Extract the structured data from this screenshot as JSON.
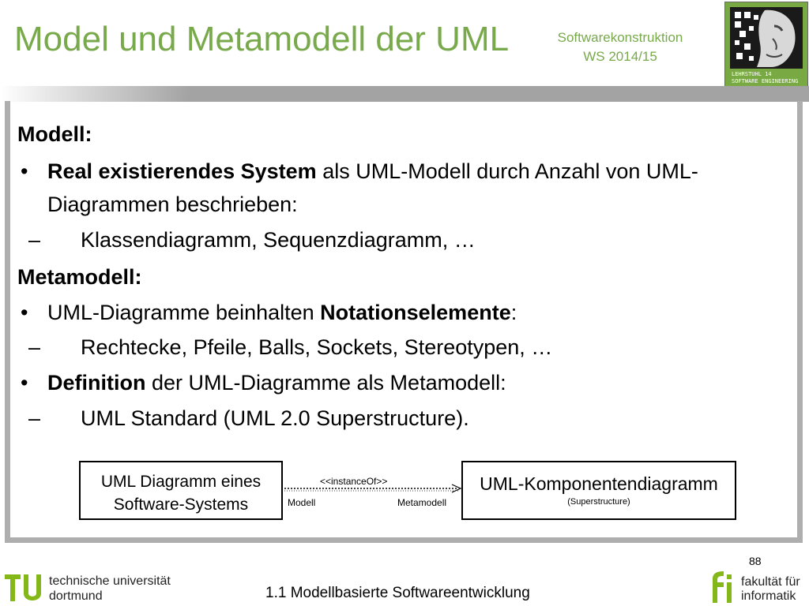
{
  "header": {
    "title": "Model und Metamodell der UML",
    "course_line1": "Softwarekonstruktion",
    "course_line2": "WS 2014/15",
    "logo_text_line1": "LEHRSTUHL 14",
    "logo_text_line2": "SOFTWARE ENGINEERING"
  },
  "content": {
    "modell_heading": "Modell:",
    "b1_bold": "Real existierendes System",
    "b1_rest": " als UML-Modell durch Anzahl von UML-",
    "b1_cont": "Diagrammen beschrieben:",
    "b1_sub": "Klassendiagramm, Sequenzdiagramm, …",
    "meta_heading": "Metamodell:",
    "b2_pre": "UML-Diagramme beinhalten ",
    "b2_bold": "Notationselemente",
    "b2_post": ":",
    "b2_sub": "Rechtecke, Pfeile, Balls, Sockets, Stereotypen, …",
    "b3_bold": "Definition",
    "b3_rest": " der UML-Diagramme als Metamodell:",
    "b3_sub": "UML Standard (UML 2.0 Superstructure).",
    "bullet_symbol": "•",
    "dash_symbol": "–"
  },
  "diagram": {
    "left_box_line1": "UML Diagramm eines",
    "left_box_line2": "Software-Systems",
    "right_box_main": "UML-Komponentendiagramm",
    "right_box_sub": "(Superstructure)",
    "stereotype": "<<instanceOf>>",
    "label_left": "Modell",
    "label_right": "Metamodell"
  },
  "footer": {
    "page_number": "88",
    "section": "1.1 Modellbasierte Softwareentwicklung",
    "tu_line1": "technische universität",
    "tu_line2": "dortmund",
    "fi_line1": "fakultät für",
    "fi_line2": "informatik"
  },
  "colors": {
    "accent_green": "#78a94b",
    "frame_gray": "#aeaeae"
  }
}
